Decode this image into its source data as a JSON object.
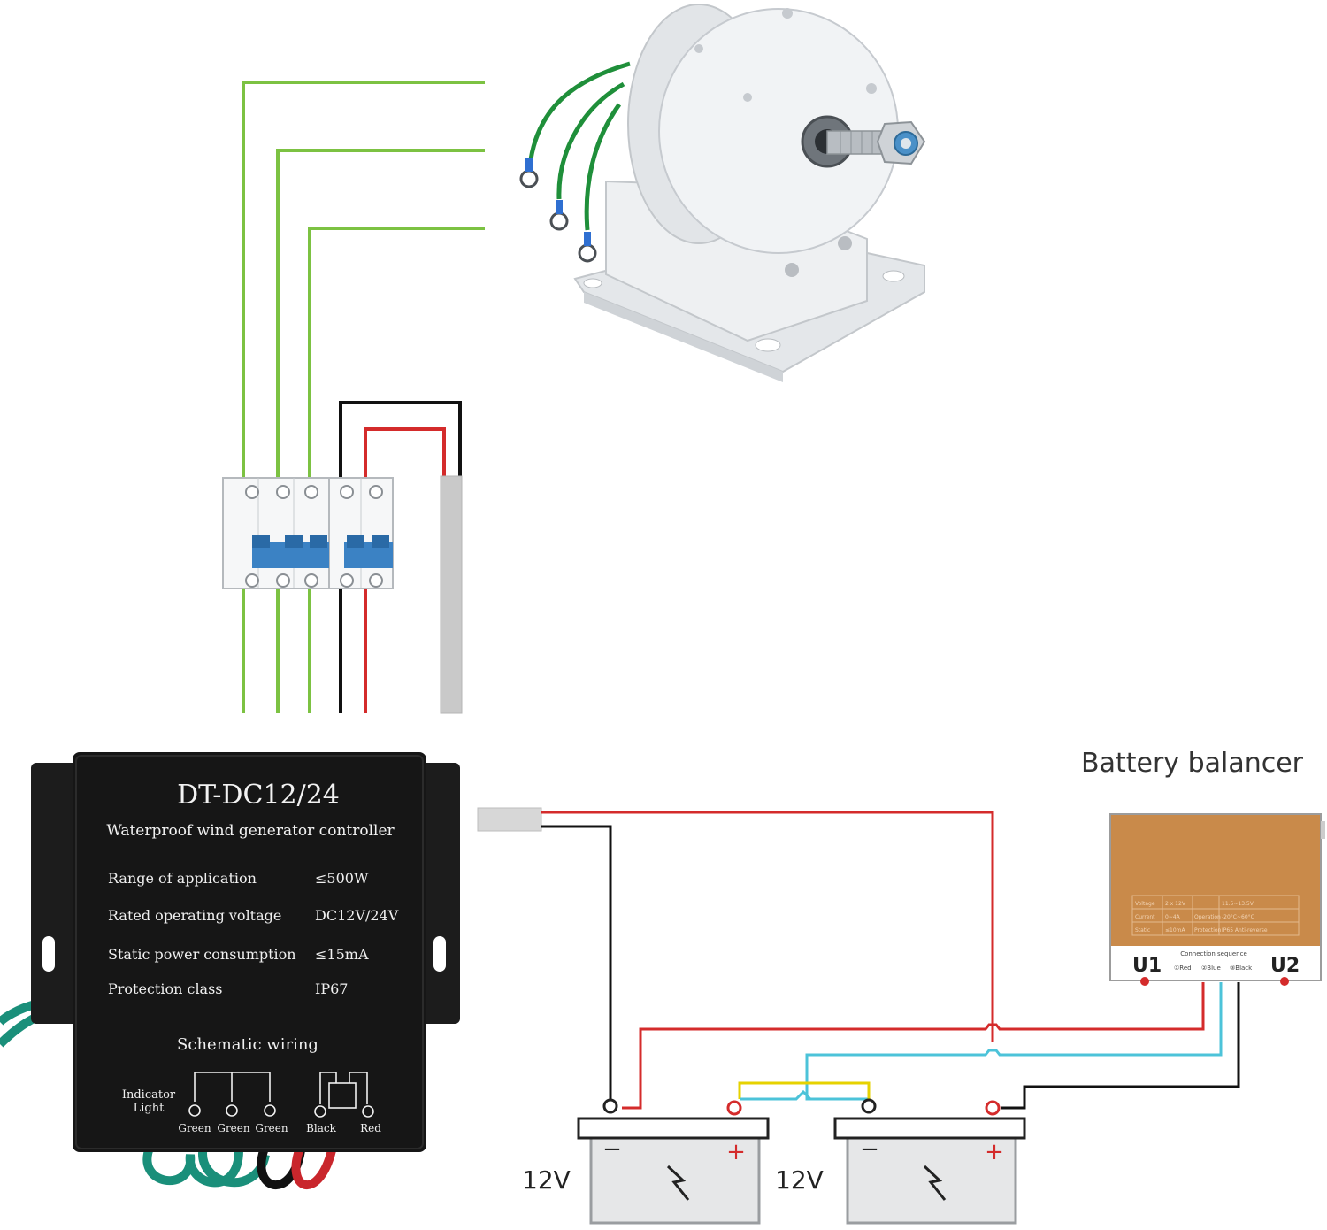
{
  "controller": {
    "model": "DT-DC12/24",
    "subtitle": "Waterproof wind generator controller",
    "specs": [
      {
        "label": "Range of application",
        "value": "≤500W"
      },
      {
        "label": "Rated operating voltage",
        "value": "DC12V/24V"
      },
      {
        "label": "Static power consumption",
        "value": "≤15mA"
      },
      {
        "label": "Protection class",
        "value": "IP67"
      }
    ],
    "schematic_title": "Schematic wiring",
    "indicator_label_line1": "Indicator",
    "indicator_label_line2": "Light",
    "terminals": [
      "Green",
      "Green",
      "Green",
      "Black",
      "Red"
    ]
  },
  "balancer": {
    "title": "Battery balancer",
    "left_port": "U1",
    "right_port": "U2",
    "sequence_label": "Connection sequence",
    "sequence": [
      "①Red",
      "②Blue",
      "③Black"
    ],
    "table": [
      [
        "Voltage",
        "2 x 12V",
        "",
        "11.5~13.5V"
      ],
      [
        "Current",
        "0~4A",
        "Operation",
        "-20°C~60°C"
      ],
      [
        "Static",
        "≤10mA",
        "Protection",
        "IP65 Anti-reverse"
      ]
    ]
  },
  "batteries": [
    {
      "voltage": "12V",
      "neg": "−",
      "pos": "+"
    },
    {
      "voltage": "12V",
      "neg": "−",
      "pos": "+"
    }
  ],
  "colors": {
    "phase_wire": "#7cc242",
    "neg_wire": "#111111",
    "pos_wire": "#d42b2b",
    "balance_wire": "#4cc3d9",
    "link_wire": "#e6d200",
    "controller_body": "#161616",
    "balancer_body": "#c98a4a"
  }
}
